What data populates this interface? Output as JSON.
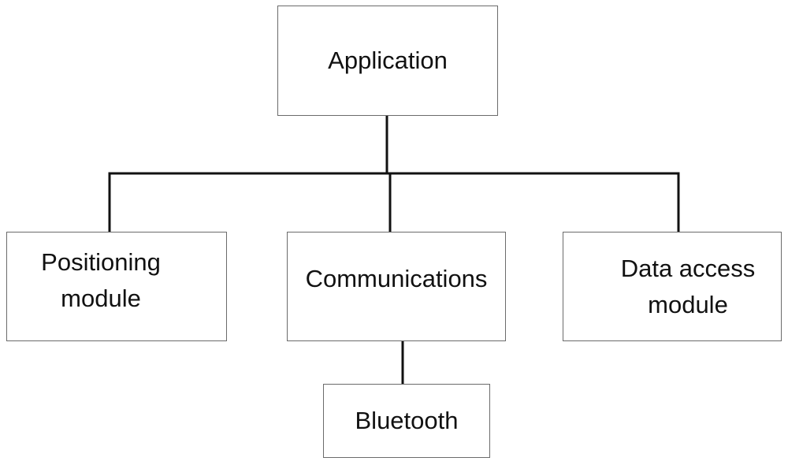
{
  "nodes": {
    "application": "Application",
    "positioning": "Positioning\nmodule",
    "communications": "Communications",
    "data_access": "Data access\nmodule",
    "bluetooth": "Bluetooth"
  },
  "colors": {
    "line": "#111111",
    "box_border": "#6b6b6b"
  }
}
